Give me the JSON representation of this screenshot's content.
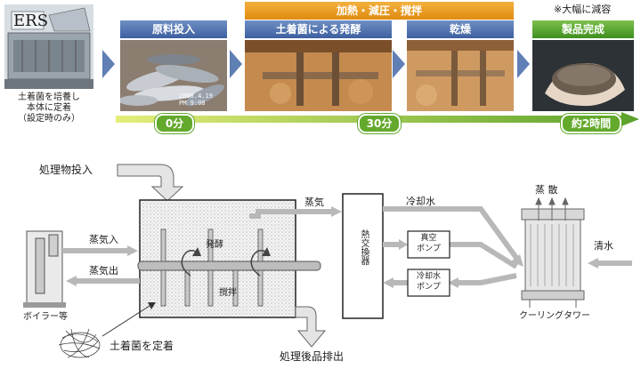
{
  "top": {
    "ers_logo": "ERS",
    "ers_caption": [
      "土着菌を培養し",
      "本体に定着",
      "（設定時のみ）"
    ],
    "group_header": "加熱・減圧・撹拌",
    "note": "※大幅に減容",
    "steps": [
      {
        "label": "原料投入",
        "color": "blue"
      },
      {
        "label": "土着菌による発酵",
        "color": "blue"
      },
      {
        "label": "乾燥",
        "color": "blue"
      },
      {
        "label": "製品完成",
        "color": "green"
      }
    ],
    "photo_stamps": [
      "2008.4.19",
      "PM  9:08"
    ],
    "timeline": [
      "0分",
      "30分",
      "約2時間"
    ]
  },
  "diagram": {
    "input_label": "処理物投入",
    "output_label": "処理後品排出",
    "steam_label": "蒸気",
    "cooling_water_label": "冷却水",
    "evaporation_label": "蒸 散",
    "fresh_water_label": "清水",
    "steam_in_label": "蒸気入",
    "steam_out_label": "蒸気出",
    "boiler_label": "ボイラー等",
    "fermentation_label": "発酵",
    "stirring_label": "撹拌",
    "microbe_label": "土着菌を定着",
    "heat_exchanger_label": "熱交換器",
    "vacuum_pump_label": [
      "真空",
      "ポンプ"
    ],
    "cooling_pump_label": [
      "冷却水",
      "ポンプ"
    ],
    "cooling_tower_label": "クーリングタワー"
  },
  "colors": {
    "header_blue": "#4a6aa8",
    "header_orange": "#e8951a",
    "header_green": "#4e9e2a",
    "arrow_blue": "#5f7fb5",
    "timeline_green": "#63a92c",
    "pipe_gray": "#b8b8b8"
  }
}
